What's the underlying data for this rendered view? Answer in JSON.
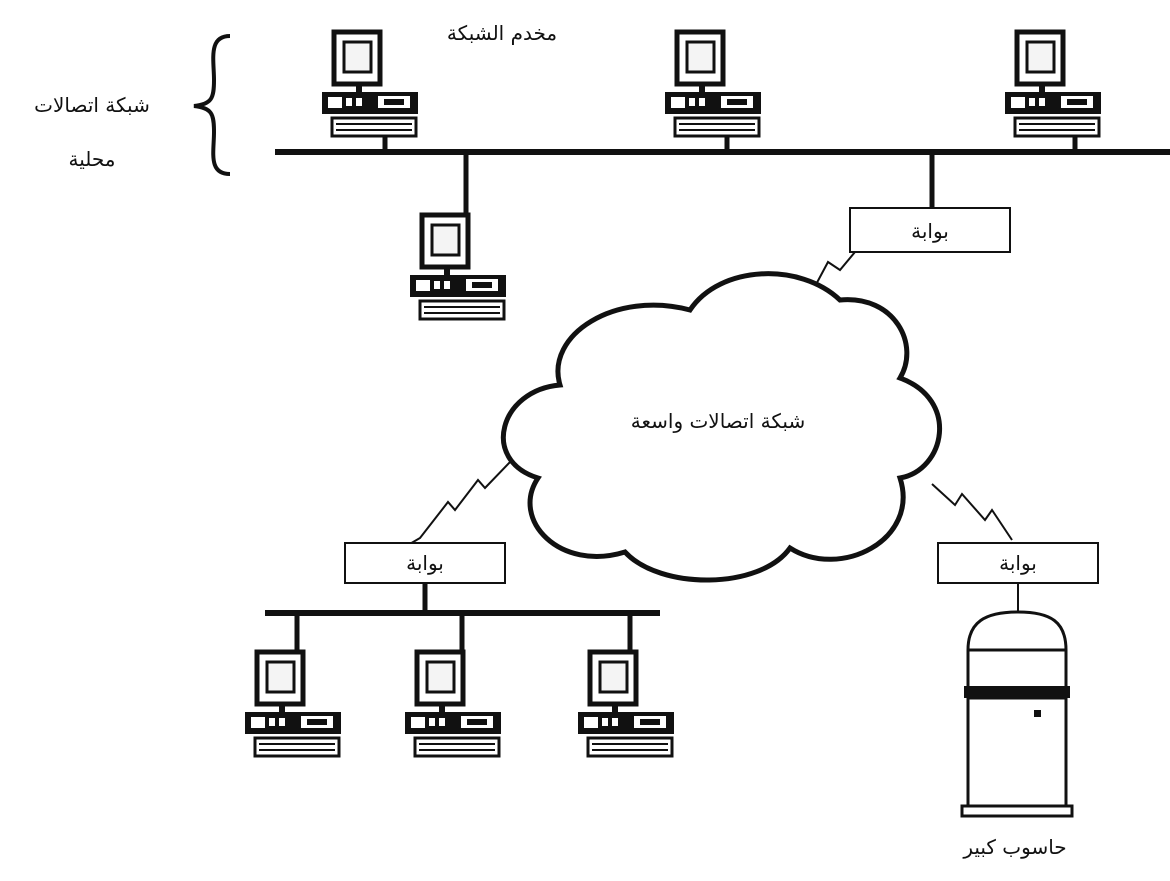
{
  "labels": {
    "lan": [
      "شبكة اتصالات",
      "محلية"
    ],
    "server": "مخدم الشبكة",
    "wan": "شبكة اتصالات واسعة",
    "gateway": "بوابة",
    "mainframe": "حاسوب كبير"
  },
  "colors": {
    "ink": "#111111",
    "paper": "#ffffff",
    "screen": "#f4f4f4"
  }
}
